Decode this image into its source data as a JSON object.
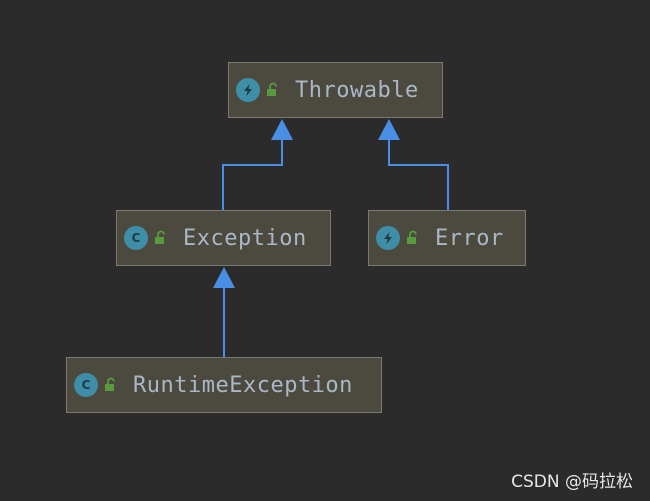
{
  "diagram": {
    "nodes": {
      "throwable": {
        "label": "Throwable",
        "kind": "interface"
      },
      "exception": {
        "label": "Exception",
        "kind": "class"
      },
      "error": {
        "label": "Error",
        "kind": "interface"
      },
      "runtime_exception": {
        "label": "RuntimeException",
        "kind": "class"
      }
    },
    "edges": [
      {
        "from": "exception",
        "to": "throwable",
        "type": "extends"
      },
      {
        "from": "error",
        "to": "throwable",
        "type": "extends"
      },
      {
        "from": "runtime_exception",
        "to": "exception",
        "type": "extends"
      }
    ]
  },
  "colors": {
    "background": "#2b2b2b",
    "node_fill": "#4c4a3f",
    "node_border": "#7a7a70",
    "text": "#a9b7c6",
    "edge": "#4a8fe6",
    "icon": "#3f8ea8",
    "lock": "#5a9a3e"
  },
  "icons": {
    "interface": "interface-icon",
    "class": "class-icon",
    "visibility": "unlocked-icon"
  },
  "watermark": "CSDN @码拉松"
}
